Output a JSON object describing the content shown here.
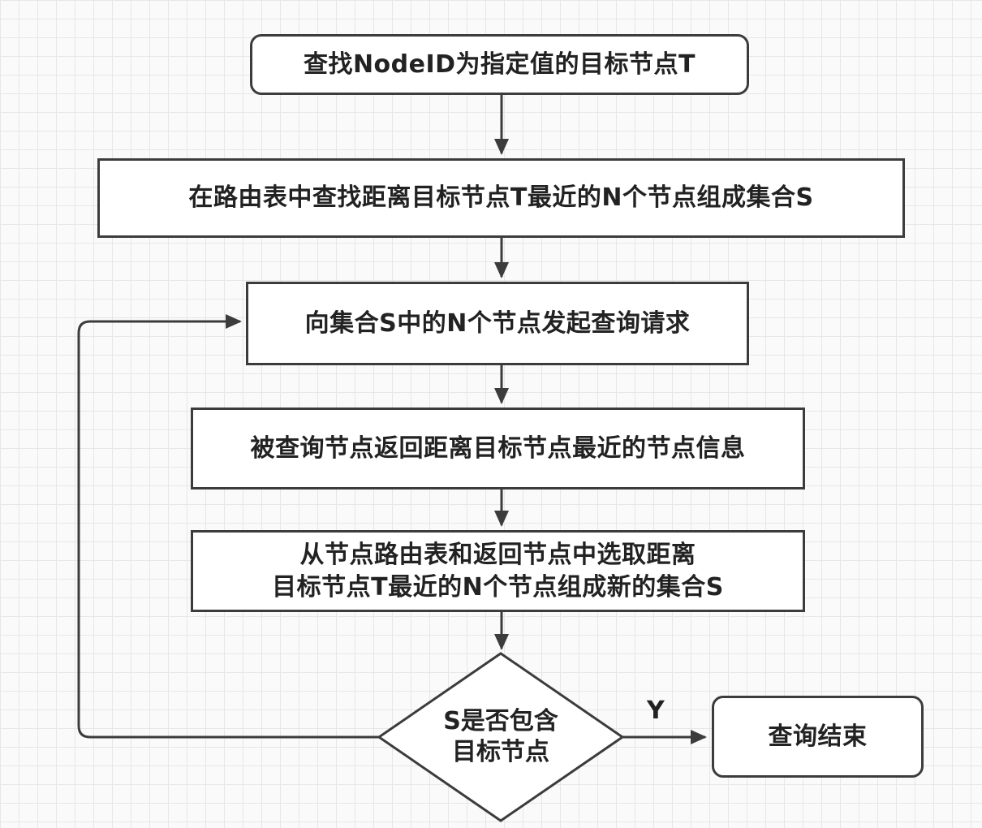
{
  "diagram": {
    "kind": "flowchart",
    "nodes": {
      "start": {
        "label": "查找NodeID为指定值的目标节点T"
      },
      "lookup": {
        "label": "在路由表中查找距离目标节点T最近的N个节点组成集合S"
      },
      "query": {
        "label": "向集合S中的N个节点发起查询请求"
      },
      "response": {
        "label": "被查询节点返回距离目标节点最近的节点信息"
      },
      "reselect": {
        "line1": "从节点路由表和返回节点中选取距离",
        "line2": "目标节点T最近的N个节点组成新的集合S"
      },
      "decision": {
        "line1": "S是否包含",
        "line2": "目标节点"
      },
      "end": {
        "label": "查询结束"
      }
    },
    "labels": {
      "yes": "Y"
    },
    "colors": {
      "line": "#3c3c3c",
      "text": "#222222",
      "node_fill": "#ffffff",
      "grid_line": "#e7e7e7",
      "background": "#fafafa"
    }
  }
}
